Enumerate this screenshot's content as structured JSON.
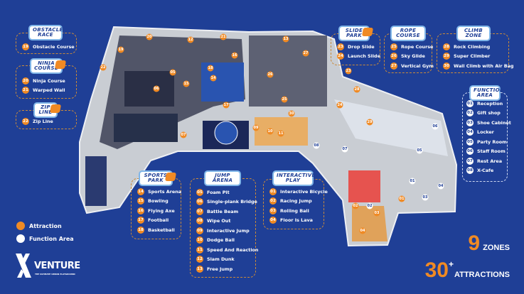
{
  "zones": {
    "obstacle_race": {
      "title": [
        "OBSTACLE",
        "RACE"
      ],
      "items": [
        {
          "no": "19",
          "label": "Obstacle Course"
        }
      ]
    },
    "ninja_course": {
      "title": [
        "NINJA",
        "COURSE"
      ],
      "items": [
        {
          "no": "20",
          "label": "Ninja Course"
        },
        {
          "no": "21",
          "label": "Warped Wall"
        }
      ]
    },
    "zip_line": {
      "title": [
        "ZIP",
        "LINE"
      ],
      "items": [
        {
          "no": "22",
          "label": "Zip Line"
        }
      ]
    },
    "slide_park": {
      "title": [
        "SLIDE",
        "PARK"
      ],
      "items": [
        {
          "no": "23",
          "label": "Drop Slide"
        },
        {
          "no": "24",
          "label": "Launch Slide"
        }
      ]
    },
    "rope_course": {
      "title": [
        "ROPE",
        "COURSE"
      ],
      "items": [
        {
          "no": "25",
          "label": "Rope Course"
        },
        {
          "no": "26",
          "label": "Sky Glide"
        },
        {
          "no": "27",
          "label": "Vertical Gym"
        }
      ]
    },
    "climb_zone": {
      "title": [
        "CLIMB",
        "ZONE"
      ],
      "items": [
        {
          "no": "28",
          "label": "Rock Climbing"
        },
        {
          "no": "29",
          "label": "Super Climber"
        },
        {
          "no": "30",
          "label": "Wall Climb with Air Bag"
        }
      ]
    },
    "function_area": {
      "title": [
        "FUNCTION",
        "AREA"
      ],
      "items": [
        {
          "no": "01",
          "label": "Reception"
        },
        {
          "no": "02",
          "label": "Gift shop"
        },
        {
          "no": "03",
          "label": "Shoe Cabinet"
        },
        {
          "no": "04",
          "label": "Locker"
        },
        {
          "no": "05",
          "label": "Party Room"
        },
        {
          "no": "06",
          "label": "Staff Room"
        },
        {
          "no": "07",
          "label": "Rest Area"
        },
        {
          "no": "08",
          "label": "X-Cafe"
        }
      ]
    },
    "sports_park": {
      "title": [
        "SPORTS",
        "PARK"
      ],
      "items": [
        {
          "no": "14",
          "label": "Sports Arena"
        },
        {
          "no": "15",
          "label": "Bowling"
        },
        {
          "no": "16",
          "label": "Flying Axe"
        },
        {
          "no": "17",
          "label": "Football"
        },
        {
          "no": "18",
          "label": "Basketball"
        }
      ]
    },
    "jump_arena": {
      "title": [
        "JUMP",
        "ARENA"
      ],
      "items": [
        {
          "no": "05",
          "label": "Foam Pit"
        },
        {
          "no": "06",
          "label": "Single-plank Bridge"
        },
        {
          "no": "07",
          "label": "Battle Beam"
        },
        {
          "no": "08",
          "label": "Wipe Out"
        },
        {
          "no": "09",
          "label": "Interactive Jump"
        },
        {
          "no": "10",
          "label": "Dodge Ball"
        },
        {
          "no": "11",
          "label": "Speed And Reaction"
        },
        {
          "no": "12",
          "label": "Slam Dunk"
        },
        {
          "no": "13",
          "label": "Free Jump"
        }
      ]
    },
    "interactive_play": {
      "title": [
        "INTERACTIVE",
        "PLAY"
      ],
      "items": [
        {
          "no": "01",
          "label": "Interactive Bicycle"
        },
        {
          "no": "02",
          "label": "Racing Jump"
        },
        {
          "no": "03",
          "label": "Rolling Ball"
        },
        {
          "no": "04",
          "label": "Floor Is Lava"
        }
      ]
    }
  },
  "legend": {
    "attraction": "Attraction",
    "function_area": "Function Area",
    "attraction_color": "#f08a24",
    "function_color": "#ffffff"
  },
  "logo": {
    "name": "VENTURE",
    "tagline": "THE ULTIMATE URBAN PLAYGROUND"
  },
  "stats": {
    "zones_num": "9",
    "zones_label": "ZONES",
    "attractions_num": "30",
    "attractions_sup": "+",
    "attractions_label": "ATTRACTIONS"
  },
  "map": {
    "attraction_markers": [
      "19",
      "20",
      "21",
      "14",
      "15",
      "16",
      "17",
      "18",
      "22",
      "05",
      "06",
      "07",
      "09",
      "10",
      "11",
      "12",
      "13",
      "23",
      "24",
      "25",
      "26",
      "27",
      "28",
      "29",
      "30",
      "01",
      "02",
      "03",
      "04"
    ],
    "function_markers": [
      "01",
      "02",
      "03",
      "04",
      "05",
      "06",
      "07",
      "08"
    ]
  },
  "colors": {
    "background": "#1f3f96",
    "accent": "#f08a24"
  }
}
